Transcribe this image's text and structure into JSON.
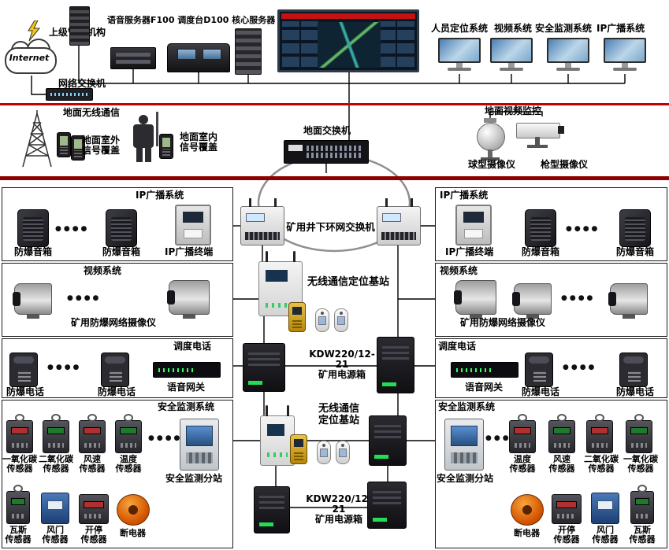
{
  "colors": {
    "divider_top": "#c40000",
    "divider_main": "#8b0000"
  },
  "dots": "●●●●",
  "top": {
    "internet": "Internet",
    "org": "上级管理机构",
    "servers_title": "语音服务器F100 调度台D100 核心服务器",
    "network_switch": "网络交换机",
    "systems": [
      "人员定位系统",
      "视频系统",
      "安全监测系统",
      "IP广播系统"
    ]
  },
  "ground": {
    "wireless": "地面无线通信",
    "outdoor": "地面室外\n信号覆盖",
    "indoor": "地面室内\n信号覆盖",
    "switch": "地面交换机",
    "video": "地面视频监控",
    "dome": "球型摄像仪",
    "gun": "枪型摄像仪"
  },
  "ring": {
    "label": "矿用井下环网交换机"
  },
  "center": {
    "bs1": "无线通信定位基站",
    "bs2": "无线通信\n定位基站",
    "power1": "KDW220/12-21\n矿用电源箱",
    "power2": "KDW220/12-21\n矿用电源箱"
  },
  "left": {
    "broadcast": {
      "title": "IP广播系统",
      "speaker1": "防爆音箱",
      "speaker2": "防爆音箱",
      "terminal": "IP广播终端"
    },
    "video": {
      "title": "视频系统",
      "camera_label": "矿用防爆网络摄像仪"
    },
    "dispatch": {
      "title": "调度电话",
      "phone1": "防爆电话",
      "phone2": "防爆电话",
      "gateway": "语音网关"
    },
    "safety": {
      "title": "安全监测系统",
      "substation": "安全监测分站",
      "sensors": [
        "一氧化碳\n传感器",
        "二氧化碳\n传感器",
        "风速\n传感器",
        "温度\n传感器"
      ],
      "bottom": [
        "瓦斯\n传感器",
        "风门\n传感器",
        "开停\n传感器",
        "断电器"
      ]
    }
  },
  "right": {
    "broadcast": {
      "title": "IP广播系统",
      "terminal": "IP广播终端",
      "speaker1": "防爆音箱",
      "speaker2": "防爆音箱"
    },
    "video": {
      "title": "视频系统",
      "camera_label": "矿用防爆网络摄像仪"
    },
    "dispatch": {
      "title": "调度电话",
      "gateway": "语音网关",
      "phone1": "防爆电话",
      "phone2": "防爆电话"
    },
    "safety": {
      "title": "安全监测系统",
      "substation": "安全监测分站",
      "sensors": [
        "温度\n传感器",
        "风速\n传感器",
        "二氧化碳\n传感器",
        "一氧化碳\n传感器"
      ],
      "bottom": [
        "断电器",
        "开停\n传感器",
        "风门\n传感器",
        "瓦斯\n传感器"
      ]
    }
  }
}
